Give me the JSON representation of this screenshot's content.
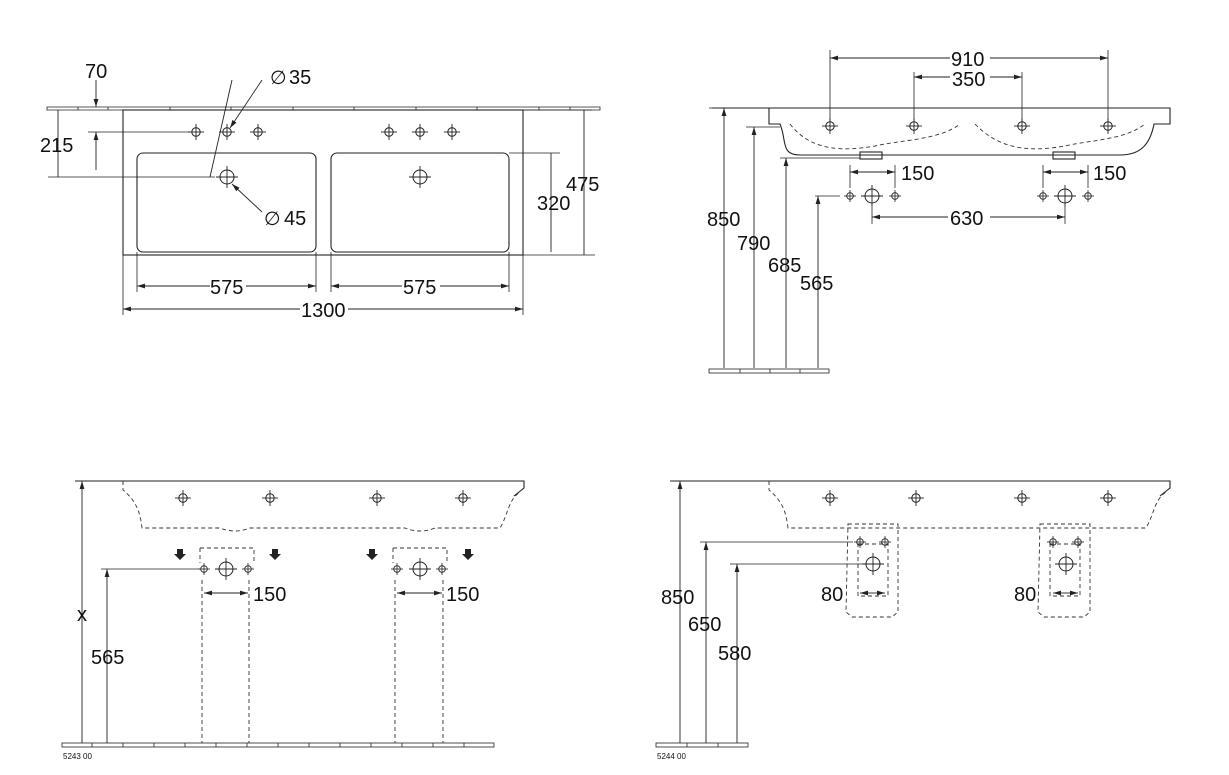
{
  "top_view": {
    "dim_overhang": "70",
    "dim_tap_hole": "35",
    "dim_depth_to_hole": "215",
    "dim_waste_hole": "45",
    "dim_bowl_depth": "320",
    "dim_total_depth": "475",
    "dim_bowl_width_left": "575",
    "dim_bowl_width_right": "575",
    "dim_total_width": "1300",
    "diameter_symbol": "∅"
  },
  "side_view": {
    "dim_outer_taps": "910",
    "dim_inner_taps": "350",
    "dim_tap_spacing_left": "150",
    "dim_tap_spacing_right": "150",
    "dim_waste_spacing": "630",
    "dim_height_top": "850",
    "dim_height_bowl": "790",
    "dim_height_waste": "685",
    "dim_height_outlet": "565"
  },
  "pedestal_view": {
    "dim_x": "x",
    "dim_outlet_height": "565",
    "dim_spacing_left": "150",
    "dim_spacing_right": "150",
    "code": "5243 00"
  },
  "semipedestal_view": {
    "dim_top": "850",
    "dim_mid": "650",
    "dim_outlet": "580",
    "dim_width_left": "80",
    "dim_width_right": "80",
    "code": "5244 00"
  }
}
